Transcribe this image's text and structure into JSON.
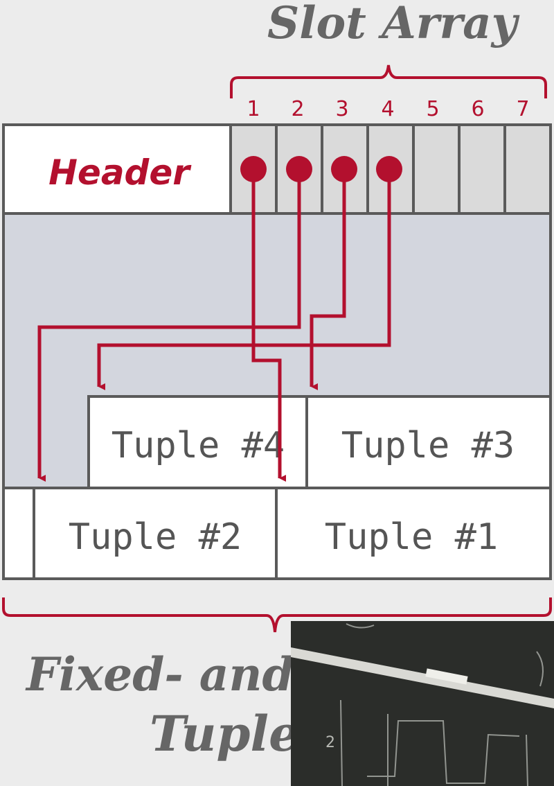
{
  "diagram": {
    "slot_array_title": "Slot Array",
    "slot_numbers": [
      "1",
      "2",
      "3",
      "4",
      "5",
      "6",
      "7"
    ],
    "header_label": "Header",
    "tuples": [
      {
        "id": "tuple-4",
        "label": "Tuple #4"
      },
      {
        "id": "tuple-3",
        "label": "Tuple #3"
      },
      {
        "id": "tuple-2",
        "label": "Tuple #2"
      },
      {
        "id": "tuple-1",
        "label": "Tuple #1"
      }
    ],
    "slot_pointers": [
      {
        "slot": "1",
        "points_to": "Tuple #1"
      },
      {
        "slot": "2",
        "points_to": "Tuple #2"
      },
      {
        "slot": "3",
        "points_to": "Tuple #3"
      },
      {
        "slot": "4",
        "points_to": "Tuple #4"
      }
    ],
    "caption_line1": "Fixed- and V",
    "caption_line2": "Tuple"
  },
  "colors": {
    "accent": "#b3102e",
    "border": "#5a5a5a",
    "page_bg": "#d3d6de",
    "slot_bg": "#dadada",
    "text_gray": "#666666",
    "chalkboard": "#2b2d2a"
  }
}
